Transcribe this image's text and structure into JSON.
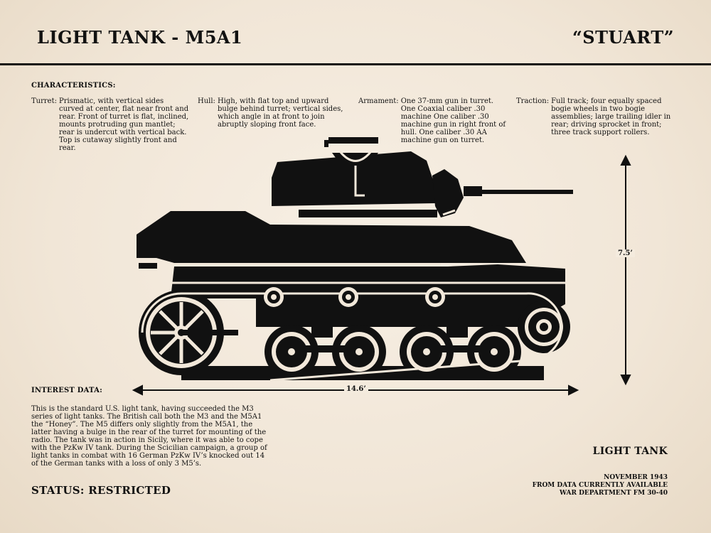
{
  "header": {
    "title": "LIGHT TANK - M5A1",
    "nickname": "“STUART”"
  },
  "characteristics": {
    "heading": "CHARACTERISTICS:",
    "items": [
      {
        "label": "Turret:",
        "text": "Prismatic, with vertical sides curved at center, flat near front and rear. Front of turret is flat, inclined, mounts protruding gun mantlet; rear is undercut with vertical back. Top is cutaway slightly front and rear."
      },
      {
        "label": "Hull:",
        "text": "High, with flat top and upward bulge behind turret; vertical sides, which angle in at front to join abruptly sloping front face."
      },
      {
        "label": "Armament:",
        "text": "One 37-mm gun in turret. One Coaxial caliber .30 machine One caliber .30 machine gun in right front of hull. One caliber .30 AA machine gun on turret."
      },
      {
        "label": "Traction:",
        "text": "Full track; four equally spaced bogie wheels in two bogie assemblies; large trailing idler in rear; driving sprocket in front; three track support rollers."
      }
    ]
  },
  "dimensions": {
    "height": "7.5’",
    "length": "14.6’"
  },
  "interest": {
    "heading": "INTEREST DATA:",
    "text": "This is the standard U.S. light tank, having succeeded the M3 series of light tanks. The British call both the M3 and the M5A1 the “Honey”. The M5 differs only slightly from the M5A1, the latter having a bulge in the rear of the turret for mounting of the radio. The tank was in action in Sicily, where it was able to cope with the PzKw IV tank. During the Scicilian campaign, a group of light tanks in combat with 16 German PzKw IV’s knocked out 14 of the German tanks with a loss of only 3 M5’s."
  },
  "status": "STATUS: RESTRICTED",
  "classification": "LIGHT TANK",
  "source": {
    "date": "NOVEMBER 1943",
    "line2": "FROM DATA CURRENTLY AVAILABLE",
    "line3": "WAR DEPARTMENT FM 30-40"
  },
  "colors": {
    "paper": "#f1e6d7",
    "ink": "#111111"
  }
}
